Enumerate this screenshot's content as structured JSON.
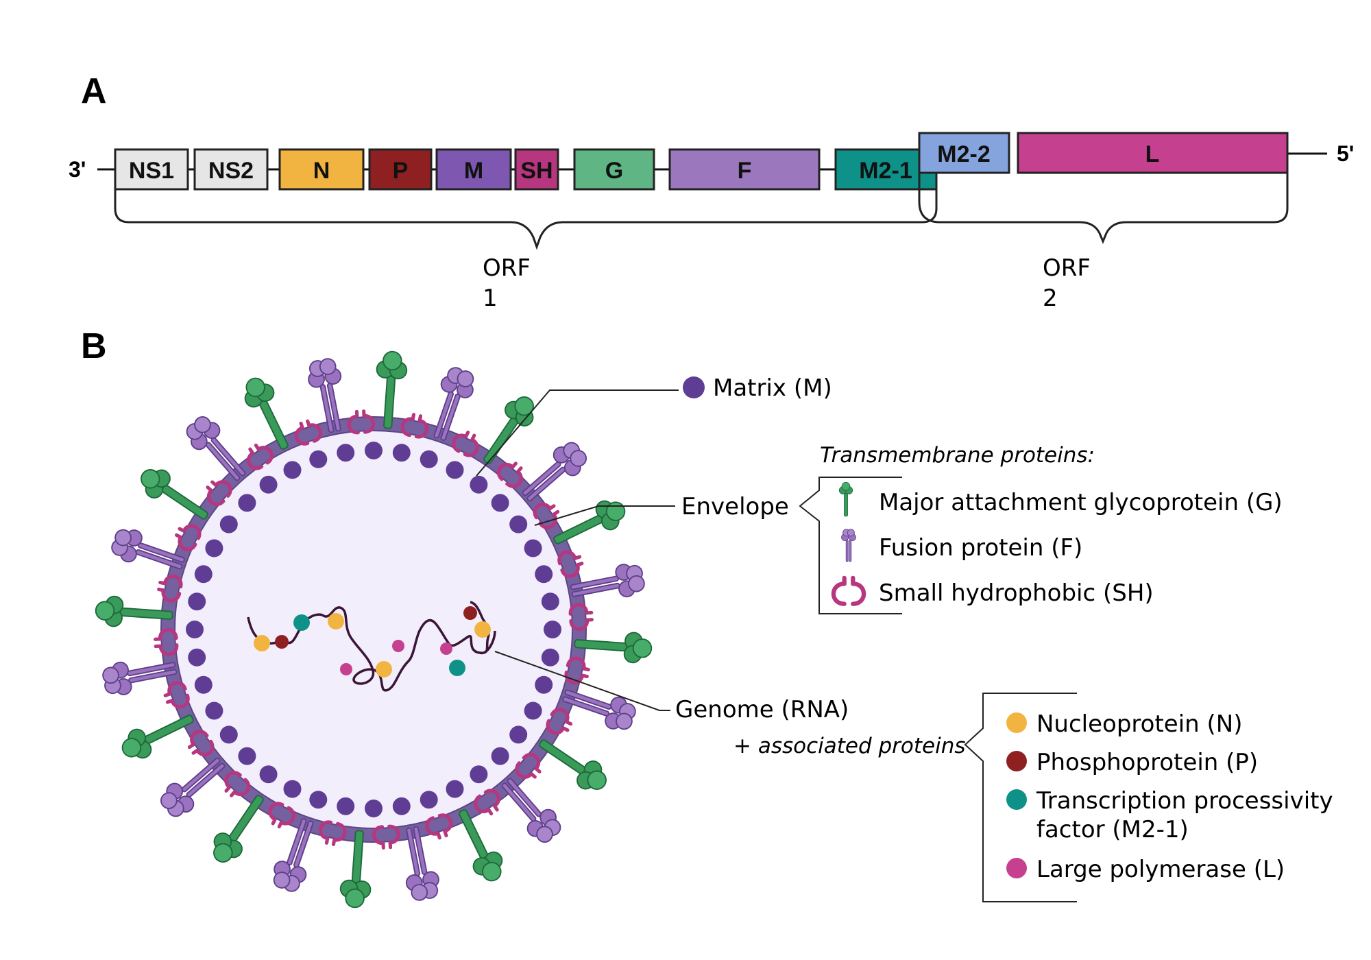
{
  "panels": {
    "a": "A",
    "b": "B"
  },
  "genome": {
    "end_3": "3'",
    "end_5": "5'",
    "genes": [
      {
        "label": "NS1",
        "color": "#e6e6e6",
        "text_color": "#111111"
      },
      {
        "label": "NS2",
        "color": "#e6e6e6",
        "text_color": "#111111"
      },
      {
        "label": "N",
        "color": "#f2b440",
        "text_color": "#111111"
      },
      {
        "label": "P",
        "color": "#8e2022",
        "text_color": "#111111"
      },
      {
        "label": "M",
        "color": "#7e57b0",
        "text_color": "#111111"
      },
      {
        "label": "SH",
        "color": "#b6377f",
        "text_color": "#111111"
      },
      {
        "label": "G",
        "color": "#5fb684",
        "text_color": "#111111"
      },
      {
        "label": "F",
        "color": "#9b77bd",
        "text_color": "#111111"
      },
      {
        "label": "M2-1",
        "color": "#0e9188",
        "text_color": "#111111"
      },
      {
        "label": "M2-2",
        "color": "#85a3dd",
        "text_color": "#111111"
      },
      {
        "label": "L",
        "color": "#c5418f",
        "text_color": "#111111"
      }
    ],
    "orf1": {
      "line1": "ORF",
      "line2": "1"
    },
    "orf2": {
      "line1": "ORF",
      "line2": "2"
    }
  },
  "virion": {
    "labels": {
      "matrix": "Matrix (M)",
      "envelope": "Envelope",
      "genome": "Genome (RNA)",
      "associated": "+ associated proteins"
    },
    "transmembrane": {
      "heading": "Transmembrane proteins:",
      "items": [
        {
          "label": "Major attachment glycoprotein (G)",
          "icon": "g-protein-icon"
        },
        {
          "label": "Fusion protein (F)",
          "icon": "f-protein-icon"
        },
        {
          "label": "Small hydrophobic (SH)",
          "icon": "sh-protein-icon"
        }
      ]
    },
    "proteins": [
      {
        "label": "Nucleoprotein (N)",
        "color": "#f2b440"
      },
      {
        "label": "Phosphoprotein (P)",
        "color": "#8e2022"
      },
      {
        "label": "Transcription processivity",
        "label2": "factor  (M2-1)",
        "color": "#0e9188"
      },
      {
        "label": "Large polymerase (L)",
        "color": "#c5418f"
      }
    ],
    "colors": {
      "matrix": "#5f3d94",
      "membrane": "#7560a0",
      "interior": "#f3eefb",
      "g_protein": "#3a9a5a",
      "f_protein": "#9a72c0",
      "sh_protein": "#b6377f",
      "rna": "#3a1538"
    }
  }
}
